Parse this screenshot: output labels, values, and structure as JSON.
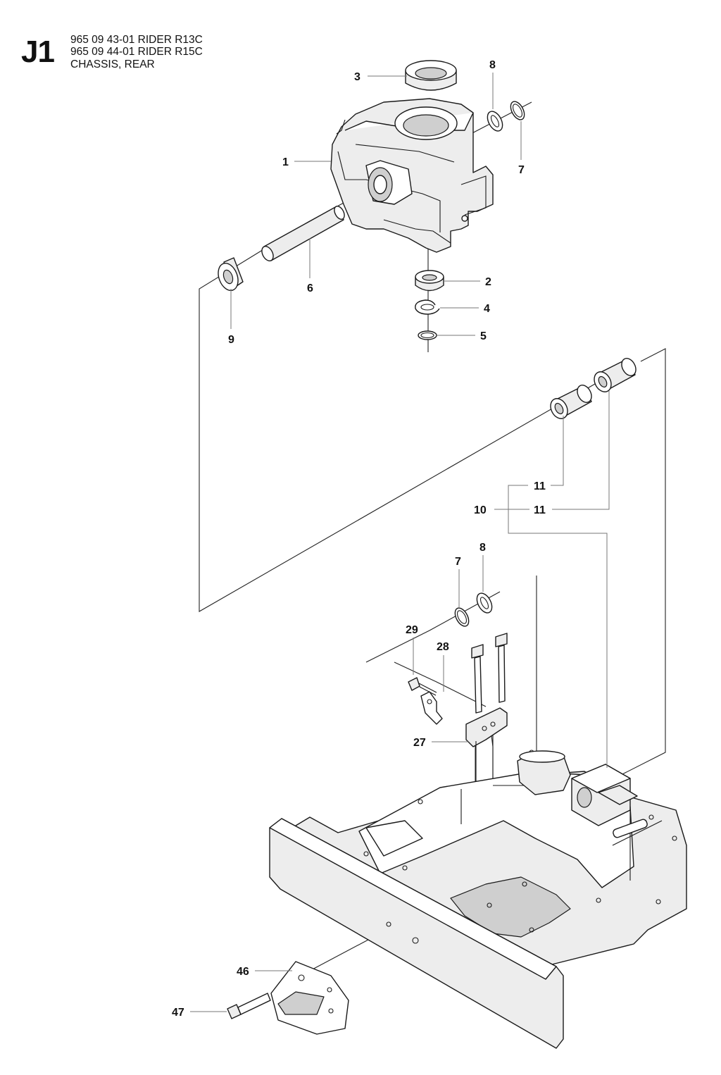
{
  "header": {
    "code": "J1",
    "lines": [
      "965 09 43-01 RIDER R13C",
      "965 09 44-01 RIDER R15C",
      "CHASSIS, REAR"
    ]
  },
  "callouts": {
    "c1": "1",
    "c2": "2",
    "c3": "3",
    "c4": "4",
    "c5": "5",
    "c6": "6",
    "c7a": "7",
    "c7b": "7",
    "c8a": "8",
    "c8b": "8",
    "c9": "9",
    "c10": "10",
    "c11a": "11",
    "c11b": "11",
    "c27": "27",
    "c28": "28",
    "c29": "29",
    "c46": "46",
    "c47": "47"
  }
}
